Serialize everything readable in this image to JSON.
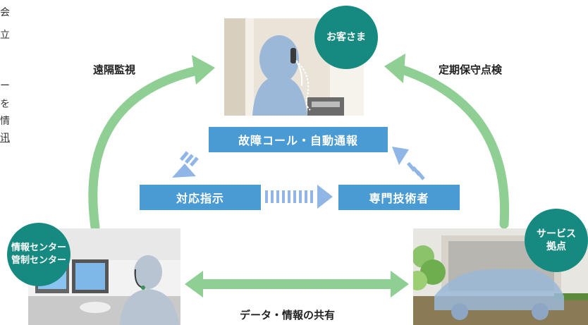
{
  "margin_glyphs": [
    "会",
    "立",
    "ー",
    "を",
    "情",
    "讯"
  ],
  "labels": {
    "remote_monitoring": "遠隔監視",
    "periodic_maintenance": "定期保守点検",
    "data_sharing": "データ・情報の共有"
  },
  "boxes": {
    "fault_call": "故障コール・自動通報",
    "instruction": "対応指示",
    "technician": "専門技術者"
  },
  "badges": {
    "customer": "お客さま",
    "info_center": "情報センター\n管制センター",
    "service_base": "サービス\n拠点"
  },
  "colors": {
    "accent_teal": "#168a80",
    "box_blue": "#4a9ad4",
    "cycle_green": "#8fcf94",
    "photo_blue": "#9bb8d8"
  }
}
